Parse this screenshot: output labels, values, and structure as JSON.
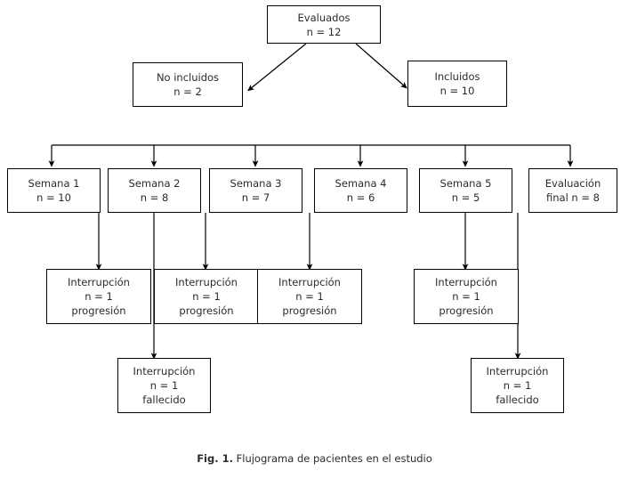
{
  "figure": {
    "caption_label": "Fig. 1.",
    "caption_text": " Flujograma de pacientes en el estudio",
    "stroke_color": "#000000",
    "text_color": "#2b2b2b",
    "background": "#ffffff"
  },
  "chart_data": {
    "type": "diagram",
    "title": "Flujograma de pacientes en el estudio",
    "nodes": [
      {
        "id": "evaluados",
        "lines": [
          "Evaluados",
          "n = 12"
        ]
      },
      {
        "id": "no-incluidos",
        "lines": [
          "No incluidos",
          "n = 2"
        ]
      },
      {
        "id": "incluidos",
        "lines": [
          "Incluidos",
          "n = 10"
        ]
      },
      {
        "id": "semana-1",
        "lines": [
          "Semana 1",
          "n = 10"
        ]
      },
      {
        "id": "semana-2",
        "lines": [
          "Semana 2",
          "n = 8"
        ]
      },
      {
        "id": "semana-3",
        "lines": [
          "Semana 3",
          "n = 7"
        ]
      },
      {
        "id": "semana-4",
        "lines": [
          "Semana 4",
          "n = 6"
        ]
      },
      {
        "id": "semana-5",
        "lines": [
          "Semana 5",
          "n = 5"
        ]
      },
      {
        "id": "evaluacion-final",
        "lines": [
          "Evaluación",
          "final n = 8"
        ]
      },
      {
        "id": "interrupcion-1",
        "lines": [
          "Interrupción",
          "n = 1",
          "progresión"
        ]
      },
      {
        "id": "interrupcion-2",
        "lines": [
          "Interrupción",
          "n = 1",
          "progresión"
        ]
      },
      {
        "id": "interrupcion-3",
        "lines": [
          "Interrupción",
          "n = 1",
          "progresión"
        ]
      },
      {
        "id": "interrupcion-4",
        "lines": [
          "Interrupción",
          "n = 1",
          "progresión"
        ]
      },
      {
        "id": "fallecido-1",
        "lines": [
          "Interrupción",
          "n = 1",
          "fallecido"
        ]
      },
      {
        "id": "fallecido-2",
        "lines": [
          "Interrupción",
          "n = 1",
          "fallecido"
        ]
      }
    ],
    "edges": [
      {
        "from": "evaluados",
        "to": "no-incluidos",
        "style": "diagonal-arrow"
      },
      {
        "from": "evaluados",
        "to": "incluidos",
        "style": "diagonal-arrow"
      },
      {
        "from": "distribution-bar",
        "to": "semana-1",
        "style": "vertical-arrow"
      },
      {
        "from": "distribution-bar",
        "to": "semana-2",
        "style": "vertical-arrow"
      },
      {
        "from": "distribution-bar",
        "to": "semana-3",
        "style": "vertical-arrow"
      },
      {
        "from": "distribution-bar",
        "to": "semana-4",
        "style": "vertical-arrow"
      },
      {
        "from": "distribution-bar",
        "to": "semana-5",
        "style": "vertical-arrow"
      },
      {
        "from": "distribution-bar",
        "to": "evaluacion-final",
        "style": "vertical-arrow"
      },
      {
        "from": "semana-1",
        "to": "interrupcion-1",
        "style": "vertical-arrow"
      },
      {
        "from": "semana-2",
        "to": "interrupcion-2",
        "style": "vertical-arrow"
      },
      {
        "from": "semana-3",
        "to": "interrupcion-3",
        "style": "vertical-arrow"
      },
      {
        "from": "semana-5",
        "to": "interrupcion-4",
        "style": "vertical-arrow"
      },
      {
        "from": "semana-2",
        "to": "fallecido-1",
        "style": "long-vertical-arrow"
      },
      {
        "from": "semana-5",
        "to": "fallecido-2",
        "style": "long-vertical-arrow"
      }
    ],
    "totals": {
      "evaluados": 12,
      "no_incluidos": 2,
      "incluidos": 10,
      "semana_1": 10,
      "semana_2": 8,
      "semana_3": 7,
      "semana_4": 6,
      "semana_5": 5,
      "evaluacion_final": 8,
      "interrupciones_progresion": 4,
      "interrupciones_fallecido": 2
    }
  },
  "nodes": {
    "evaluados": {
      "l0": "Evaluados",
      "l1": "n = 12"
    },
    "no_incluidos": {
      "l0": "No incluidos",
      "l1": "n = 2"
    },
    "incluidos": {
      "l0": "Incluidos",
      "l1": "n = 10"
    },
    "semana_1": {
      "l0": "Semana 1",
      "l1": "n = 10"
    },
    "semana_2": {
      "l0": "Semana 2",
      "l1": "n = 8"
    },
    "semana_3": {
      "l0": "Semana 3",
      "l1": "n = 7"
    },
    "semana_4": {
      "l0": "Semana 4",
      "l1": "n = 6"
    },
    "semana_5": {
      "l0": "Semana 5",
      "l1": "n = 5"
    },
    "evaluacion_final": {
      "l0": "Evaluación",
      "l1": "final n = 8"
    },
    "interrupcion_1": {
      "l0": "Interrupción",
      "l1": "n = 1",
      "l2": "progresión"
    },
    "interrupcion_2": {
      "l0": "Interrupción",
      "l1": "n = 1",
      "l2": "progresión"
    },
    "interrupcion_3": {
      "l0": "Interrupción",
      "l1": "n = 1",
      "l2": "progresión"
    },
    "interrupcion_4": {
      "l0": "Interrupción",
      "l1": "n = 1",
      "l2": "progresión"
    },
    "fallecido_1": {
      "l0": "Interrupción",
      "l1": "n = 1",
      "l2": "fallecido"
    },
    "fallecido_2": {
      "l0": "Interrupción",
      "l1": "n = 1",
      "l2": "fallecido"
    }
  }
}
